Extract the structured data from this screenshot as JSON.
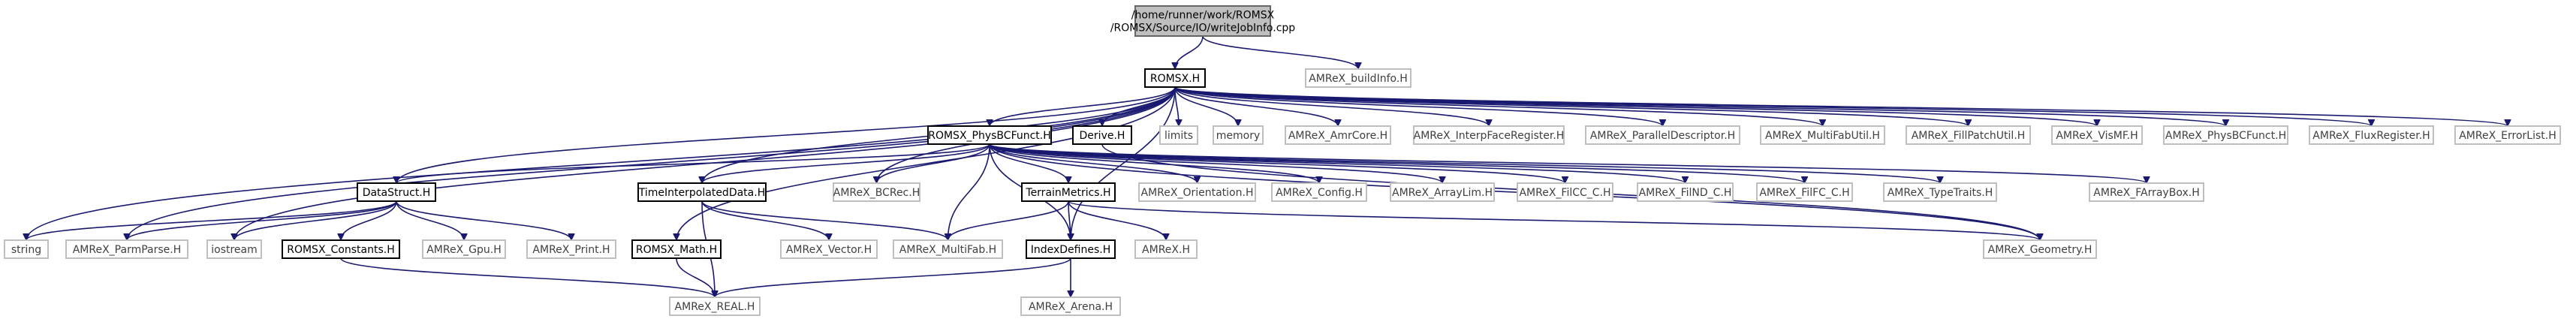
{
  "diagram": {
    "nodes": [
      {
        "id": "root",
        "label": "/home/runner/work/ROMSX\n/ROMSX/Source/IO/writeJobInfo.cpp",
        "kind": "root"
      },
      {
        "id": "romsx",
        "label": "ROMSX.H",
        "kind": "doc"
      },
      {
        "id": "buildinfo",
        "label": "AMReX_buildInfo.H",
        "kind": "ext"
      },
      {
        "id": "physbc",
        "label": "ROMSX_PhysBCFunct.H",
        "kind": "doc"
      },
      {
        "id": "derive",
        "label": "Derive.H",
        "kind": "doc"
      },
      {
        "id": "limits",
        "label": "limits",
        "kind": "ext"
      },
      {
        "id": "memory",
        "label": "memory",
        "kind": "ext"
      },
      {
        "id": "amrcore",
        "label": "AMReX_AmrCore.H",
        "kind": "ext"
      },
      {
        "id": "interpreg",
        "label": "AMReX_InterpFaceRegister.H",
        "kind": "ext"
      },
      {
        "id": "pardesc",
        "label": "AMReX_ParallelDescriptor.H",
        "kind": "ext"
      },
      {
        "id": "mfutil",
        "label": "AMReX_MultiFabUtil.H",
        "kind": "ext"
      },
      {
        "id": "fillpatch",
        "label": "AMReX_FillPatchUtil.H",
        "kind": "ext"
      },
      {
        "id": "vismf",
        "label": "AMReX_VisMF.H",
        "kind": "ext"
      },
      {
        "id": "amrexphysbc",
        "label": "AMReX_PhysBCFunct.H",
        "kind": "ext"
      },
      {
        "id": "fluxreg",
        "label": "AMReX_FluxRegister.H",
        "kind": "ext"
      },
      {
        "id": "errorlist",
        "label": "AMReX_ErrorList.H",
        "kind": "ext"
      },
      {
        "id": "datastruct",
        "label": "DataStruct.H",
        "kind": "doc"
      },
      {
        "id": "timeinterp",
        "label": "TimeInterpolatedData.H",
        "kind": "doc"
      },
      {
        "id": "bcrec",
        "label": "AMReX_BCRec.H",
        "kind": "ext"
      },
      {
        "id": "terrain",
        "label": "TerrainMetrics.H",
        "kind": "doc"
      },
      {
        "id": "orientation",
        "label": "AMReX_Orientation.H",
        "kind": "ext"
      },
      {
        "id": "config",
        "label": "AMReX_Config.H",
        "kind": "ext"
      },
      {
        "id": "arraylim",
        "label": "AMReX_ArrayLim.H",
        "kind": "ext"
      },
      {
        "id": "filcc",
        "label": "AMReX_FilCC_C.H",
        "kind": "ext"
      },
      {
        "id": "filnd",
        "label": "AMReX_FilND_C.H",
        "kind": "ext"
      },
      {
        "id": "filfc",
        "label": "AMReX_FilFC_C.H",
        "kind": "ext"
      },
      {
        "id": "typetraits",
        "label": "AMReX_TypeTraits.H",
        "kind": "ext"
      },
      {
        "id": "farraybox",
        "label": "AMReX_FArrayBox.H",
        "kind": "ext"
      },
      {
        "id": "string",
        "label": "string",
        "kind": "ext"
      },
      {
        "id": "parmparse",
        "label": "AMReX_ParmParse.H",
        "kind": "ext"
      },
      {
        "id": "iostream",
        "label": "iostream",
        "kind": "ext"
      },
      {
        "id": "constants",
        "label": "ROMSX_Constants.H",
        "kind": "doc"
      },
      {
        "id": "gpu",
        "label": "AMReX_Gpu.H",
        "kind": "ext"
      },
      {
        "id": "print",
        "label": "AMReX_Print.H",
        "kind": "ext"
      },
      {
        "id": "math",
        "label": "ROMSX_Math.H",
        "kind": "doc"
      },
      {
        "id": "vector",
        "label": "AMReX_Vector.H",
        "kind": "ext"
      },
      {
        "id": "multifab",
        "label": "AMReX_MultiFab.H",
        "kind": "ext"
      },
      {
        "id": "indexdefines",
        "label": "IndexDefines.H",
        "kind": "doc"
      },
      {
        "id": "amrexh",
        "label": "AMReX.H",
        "kind": "ext"
      },
      {
        "id": "geometry",
        "label": "AMReX_Geometry.H",
        "kind": "ext"
      },
      {
        "id": "real",
        "label": "AMReX_REAL.H",
        "kind": "ext"
      },
      {
        "id": "arena",
        "label": "AMReX_Arena.H",
        "kind": "ext"
      }
    ],
    "edges": [
      [
        "root",
        "romsx"
      ],
      [
        "root",
        "buildinfo"
      ],
      [
        "romsx",
        "physbc"
      ],
      [
        "romsx",
        "derive"
      ],
      [
        "romsx",
        "limits"
      ],
      [
        "romsx",
        "memory"
      ],
      [
        "romsx",
        "amrcore"
      ],
      [
        "romsx",
        "interpreg"
      ],
      [
        "romsx",
        "pardesc"
      ],
      [
        "romsx",
        "mfutil"
      ],
      [
        "romsx",
        "fillpatch"
      ],
      [
        "romsx",
        "vismf"
      ],
      [
        "romsx",
        "amrexphysbc"
      ],
      [
        "romsx",
        "fluxreg"
      ],
      [
        "romsx",
        "errorlist"
      ],
      [
        "romsx",
        "datastruct"
      ],
      [
        "romsx",
        "timeinterp"
      ],
      [
        "romsx",
        "bcrec"
      ],
      [
        "romsx",
        "math"
      ],
      [
        "romsx",
        "indexdefines"
      ],
      [
        "romsx",
        "string"
      ],
      [
        "romsx",
        "parmparse"
      ],
      [
        "romsx",
        "iostream"
      ],
      [
        "physbc",
        "datastruct"
      ],
      [
        "physbc",
        "timeinterp"
      ],
      [
        "physbc",
        "bcrec"
      ],
      [
        "physbc",
        "terrain"
      ],
      [
        "physbc",
        "orientation"
      ],
      [
        "physbc",
        "config"
      ],
      [
        "physbc",
        "arraylim"
      ],
      [
        "physbc",
        "filcc"
      ],
      [
        "physbc",
        "filnd"
      ],
      [
        "physbc",
        "filfc"
      ],
      [
        "physbc",
        "typetraits"
      ],
      [
        "physbc",
        "farraybox"
      ],
      [
        "physbc",
        "geometry"
      ],
      [
        "physbc",
        "indexdefines"
      ],
      [
        "physbc",
        "multifab"
      ],
      [
        "derive",
        "geometry"
      ],
      [
        "datastruct",
        "string"
      ],
      [
        "datastruct",
        "parmparse"
      ],
      [
        "datastruct",
        "iostream"
      ],
      [
        "datastruct",
        "constants"
      ],
      [
        "datastruct",
        "gpu"
      ],
      [
        "datastruct",
        "print"
      ],
      [
        "timeinterp",
        "vector"
      ],
      [
        "timeinterp",
        "multifab"
      ],
      [
        "timeinterp",
        "real"
      ],
      [
        "terrain",
        "multifab"
      ],
      [
        "terrain",
        "indexdefines"
      ],
      [
        "terrain",
        "amrexh"
      ],
      [
        "terrain",
        "geometry"
      ],
      [
        "constants",
        "real"
      ],
      [
        "math",
        "real"
      ],
      [
        "indexdefines",
        "real"
      ],
      [
        "indexdefines",
        "arena"
      ]
    ],
    "colors": {
      "edge": "#191970",
      "doc_border": "#000000",
      "ext_border": "#bfbfbf",
      "root_fill": "#bfbfbf"
    }
  }
}
